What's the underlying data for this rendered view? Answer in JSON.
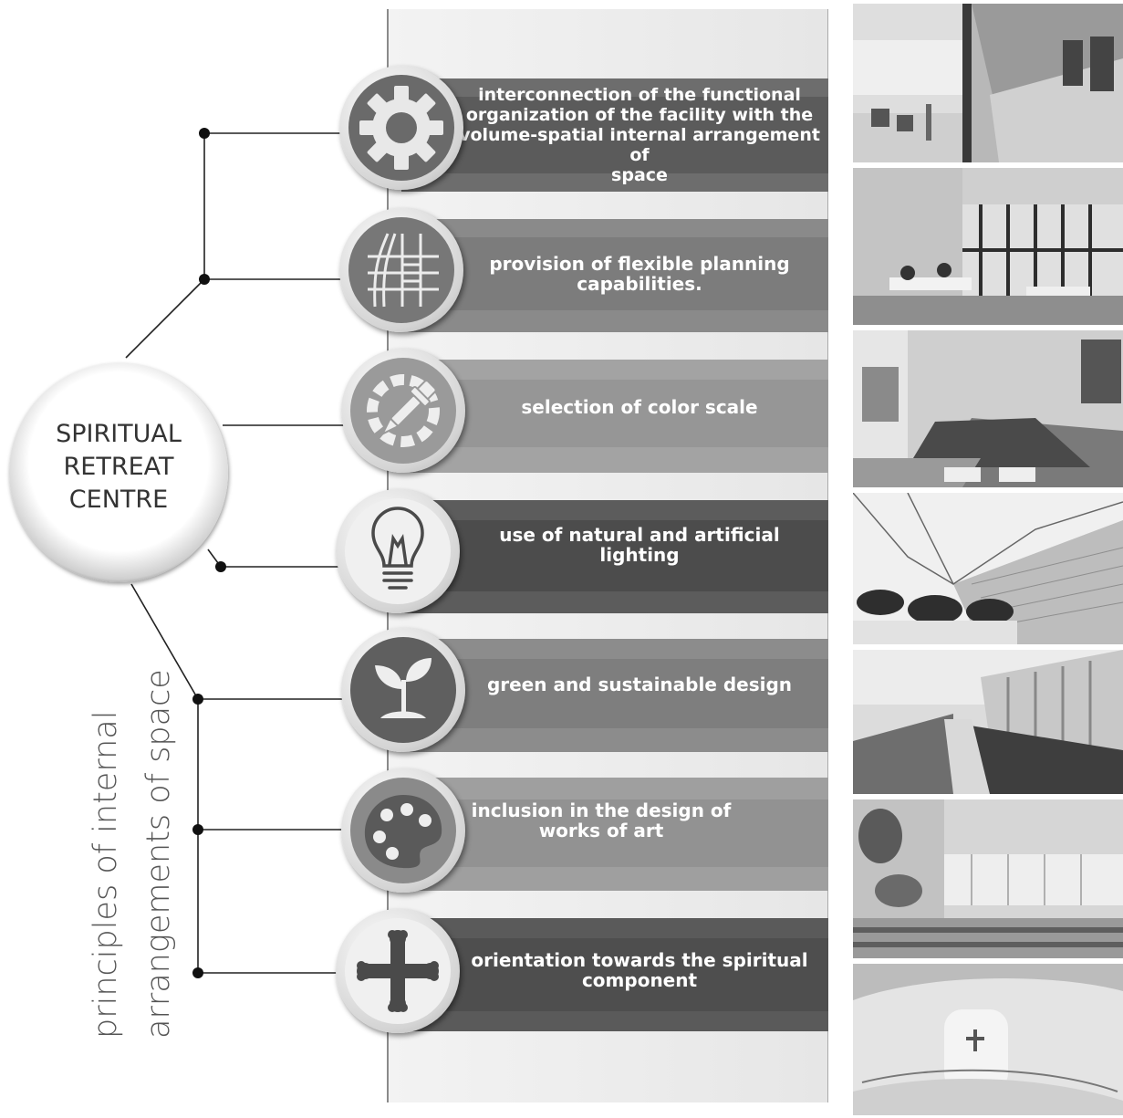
{
  "center_label": [
    "SPIRITUAL",
    "RETREAT",
    "CENTRE"
  ],
  "side_title": [
    "principles of internal",
    "arrangements of space"
  ],
  "principles": [
    {
      "icon": "gear-icon",
      "text": [
        "interconnection of the functional",
        "organization of the facility with the",
        "volume-spatial internal arrangement of",
        "space"
      ]
    },
    {
      "icon": "plan-grid-icon",
      "text": [
        "provision of flexible planning",
        "capabilities."
      ]
    },
    {
      "icon": "color-picker-icon",
      "text": [
        "selection of color scale"
      ]
    },
    {
      "icon": "light-bulb-icon",
      "text": [
        "use of natural and artificial",
        "lighting"
      ]
    },
    {
      "icon": "sprout-icon",
      "text": [
        "green and sustainable design"
      ]
    },
    {
      "icon": "palette-icon",
      "text": [
        "inclusion in the design of",
        "works of art"
      ]
    },
    {
      "icon": "cross-icon",
      "text": [
        "orientation towards the spiritual",
        "component"
      ]
    }
  ],
  "photos": [
    "corridor-courtyard-photo",
    "dining-hall-photo",
    "meeting-room-photo",
    "chapel-lighting-photo",
    "terrace-water-photo",
    "church-art-photo",
    "sanctuary-photo"
  ]
}
